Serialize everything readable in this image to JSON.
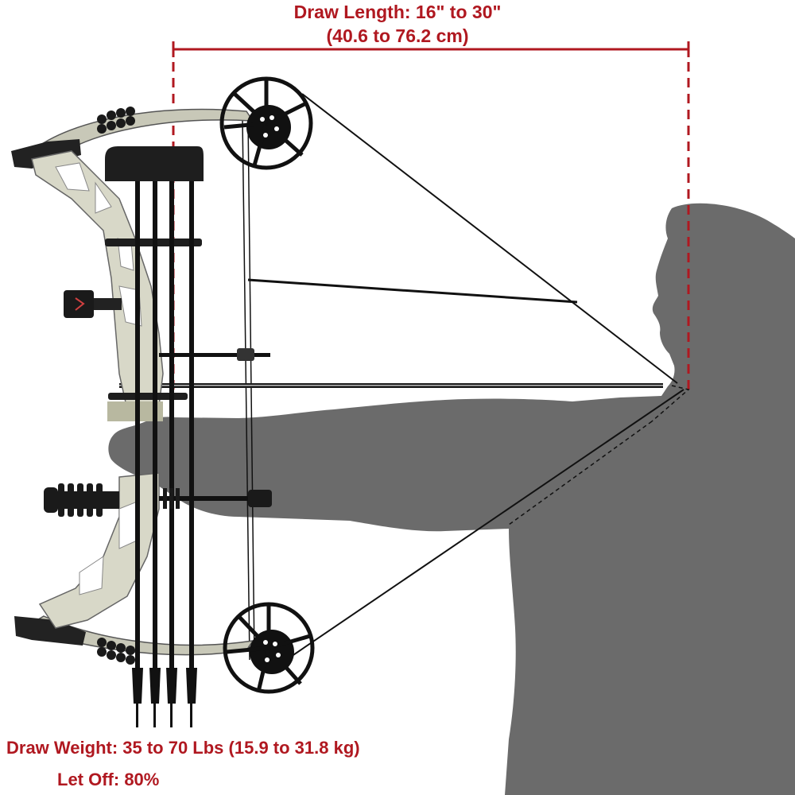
{
  "draw_length": {
    "label": "Draw Length: 16\" to 30\"",
    "metric": "(40.6 to 76.2 cm)",
    "min_in": 16,
    "max_in": 30,
    "min_cm": 40.6,
    "max_cm": 76.2
  },
  "draw_weight": {
    "label": "Draw Weight: 35 to 70 Lbs (15.9 to 31.8 kg)",
    "min_lbs": 35,
    "max_lbs": 70,
    "min_kg": 15.9,
    "max_kg": 31.8
  },
  "let_off": {
    "label": "Let Off: 80%",
    "value_pct": 80
  },
  "colors": {
    "accent_red": "#b01820",
    "silhouette_gray": "#6b6b6b",
    "bow_black": "#1a1a1a",
    "camo_light": "#d8d8c8"
  },
  "illustration": {
    "subject": "archer silhouette drawing compound bow",
    "components": [
      "riser",
      "upper-cam",
      "lower-cam",
      "quiver",
      "sight",
      "stabilizer",
      "arrow-rest",
      "arrows",
      "bowstring"
    ]
  }
}
